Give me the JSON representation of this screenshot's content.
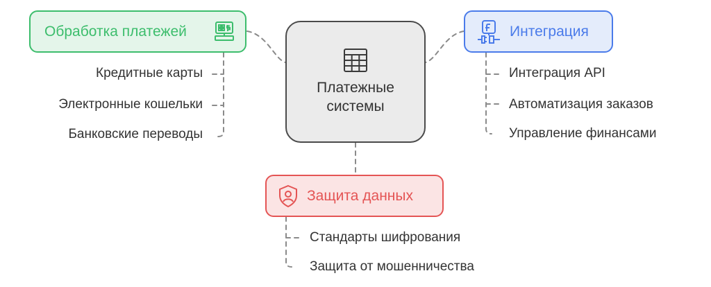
{
  "center": {
    "title_line1": "Платежные",
    "title_line2": "системы",
    "icon": "table-icon"
  },
  "payments": {
    "title": "Обработка платежей",
    "icon": "cash-register-icon",
    "color": "#3cbd6c",
    "items": [
      "Кредитные карты",
      "Электронные кошельки",
      "Банковские переводы"
    ]
  },
  "integration": {
    "title": "Интеграция",
    "icon": "api-plugin-icon",
    "color": "#4a7bea",
    "items": [
      "Интеграция API",
      "Автоматизация заказов",
      "Управление финансами"
    ]
  },
  "security": {
    "title": "Защита данных",
    "icon": "user-shield-icon",
    "color": "#e45454",
    "items": [
      "Стандарты шифрования",
      "Защита от мошенничества"
    ]
  }
}
